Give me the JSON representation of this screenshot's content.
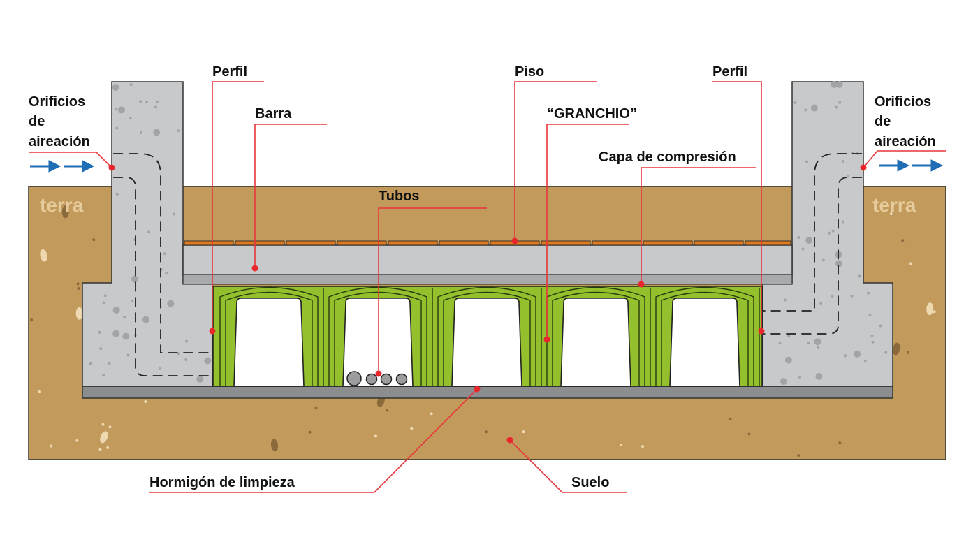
{
  "labels": {
    "perfil_left": "Perfil",
    "piso": "Piso",
    "perfil_right": "Perfil",
    "barra": "Barra",
    "granchio": "“GRANCHIO”",
    "capa": "Capa de compresión",
    "tubos": "Tubos",
    "orificios_left": [
      "Orificios",
      "de",
      "aireación"
    ],
    "orificios_right": [
      "Orificios",
      "de",
      "aireación"
    ],
    "hormigon": "Hormigón de limpieza",
    "suelo": "Suelo"
  },
  "terra": [
    "terra",
    "terra"
  ],
  "colors": {
    "soil": "#c29a5b",
    "concrete": "#c8c9cb",
    "green": "#93c02c",
    "tile": "#e07a1f",
    "leader": "#e8363a",
    "arrow": "#1f6db5",
    "base": "#8c8d8f"
  }
}
